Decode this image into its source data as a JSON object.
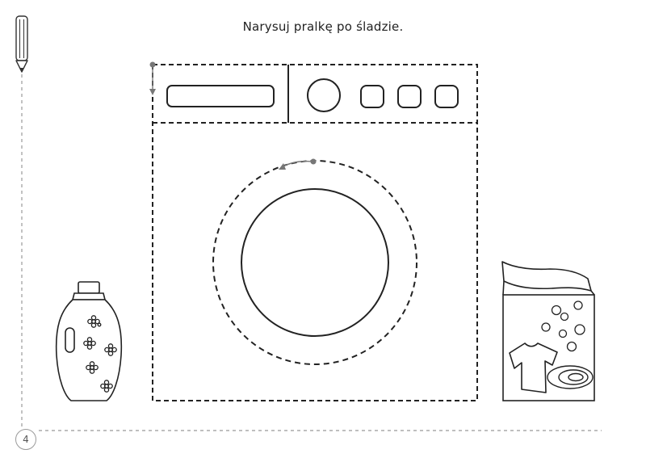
{
  "instruction": "Narysuj pralkę po śladzie.",
  "page_number": "4",
  "icons": {
    "pencil": "pencil-icon",
    "washing_machine": "washing-machine-outline",
    "detergent_bottle": "detergent-bottle-icon",
    "powder_box": "washing-powder-box-icon"
  }
}
